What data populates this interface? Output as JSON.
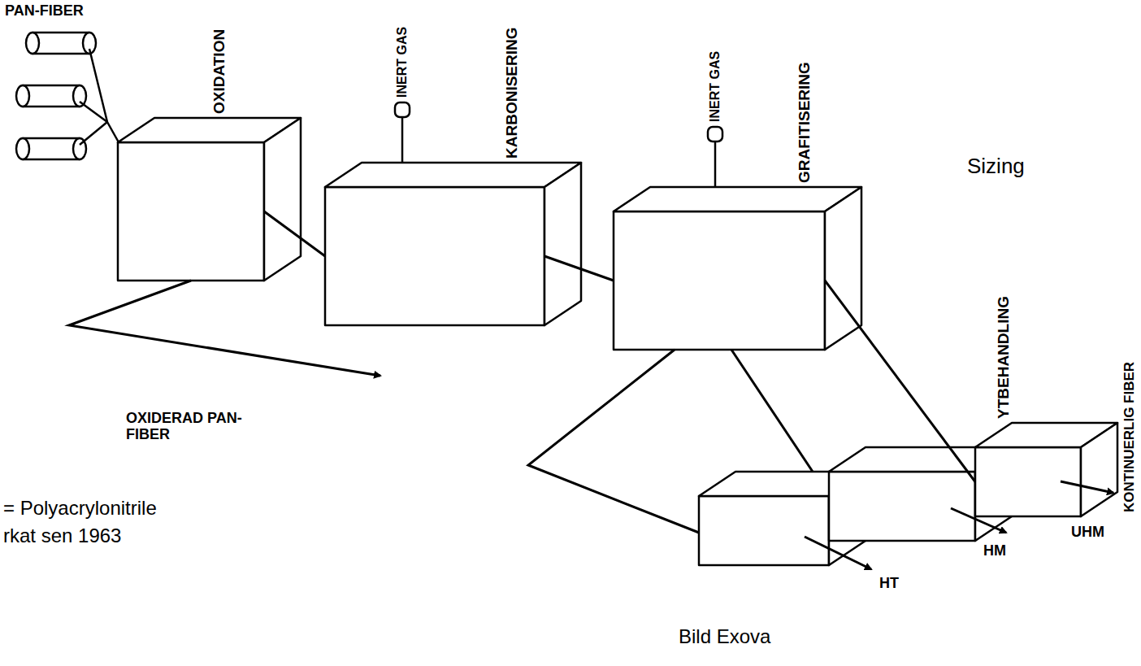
{
  "diagram": {
    "nodes": [
      {
        "text": [
          "OXIDATION"
        ]
      },
      {
        "text": [
          "KARBONISERING"
        ]
      },
      {
        "text": [
          "GRAFITISERING"
        ]
      },
      {
        "text": [
          "YTBEHANDLING"
        ]
      }
    ],
    "edges": [
      {
        "from": 0,
        "to": 1,
        "arrow": "none"
      },
      {
        "from": 1,
        "to": 2,
        "arrow": "none"
      },
      {
        "from": 2,
        "to": 3,
        "arrow": "none"
      }
    ],
    "labels": [
      "PAN-FIBER",
      "INERT GAS",
      "INERT GAS",
      "Sizing",
      "KONTINUERLIG FIBER",
      "OXIDERAD PAN-FIBER",
      "UHM",
      "HM",
      "HT",
      "= Polyacrylonitrile",
      "rkat sen 1963",
      "Bild Exova"
    ]
  }
}
